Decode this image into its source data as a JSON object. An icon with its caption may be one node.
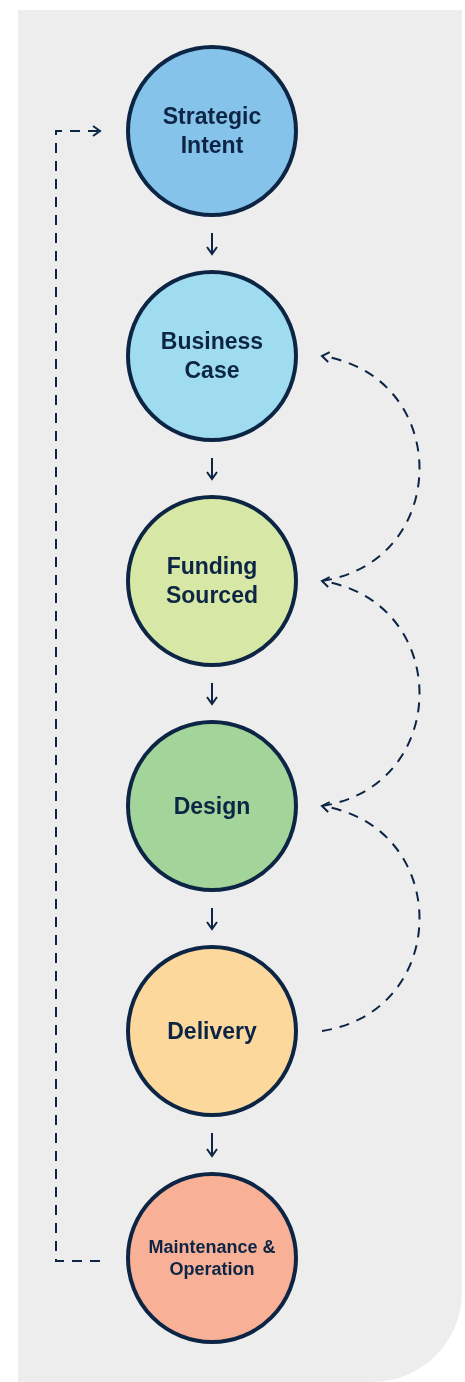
{
  "diagram": {
    "nodes": [
      {
        "text": [
          "Strategic Intent"
        ]
      },
      {
        "text": [
          "Business Case"
        ]
      },
      {
        "text": [
          "Funding Sourced"
        ]
      },
      {
        "text": [
          "Design"
        ]
      },
      {
        "text": [
          "Delivery"
        ]
      },
      {
        "text": [
          "Maintenance & Operation"
        ]
      }
    ],
    "edges": [
      {
        "from": 0,
        "to": 1,
        "arrow": "to"
      },
      {
        "from": 1,
        "to": 2,
        "arrow": "to"
      },
      {
        "from": 2,
        "to": 3,
        "arrow": "to"
      },
      {
        "from": 3,
        "to": 4,
        "arrow": "to"
      },
      {
        "from": 4,
        "to": 5,
        "arrow": "to"
      },
      {
        "from": 2,
        "to": 1,
        "arrow": "to",
        "style": "dashed"
      },
      {
        "from": 3,
        "to": 2,
        "arrow": "to",
        "style": "dashed"
      },
      {
        "from": 4,
        "to": 3,
        "arrow": "to",
        "style": "dashed"
      },
      {
        "from": 5,
        "to": 0,
        "arrow": "to",
        "style": "dashed"
      }
    ]
  }
}
